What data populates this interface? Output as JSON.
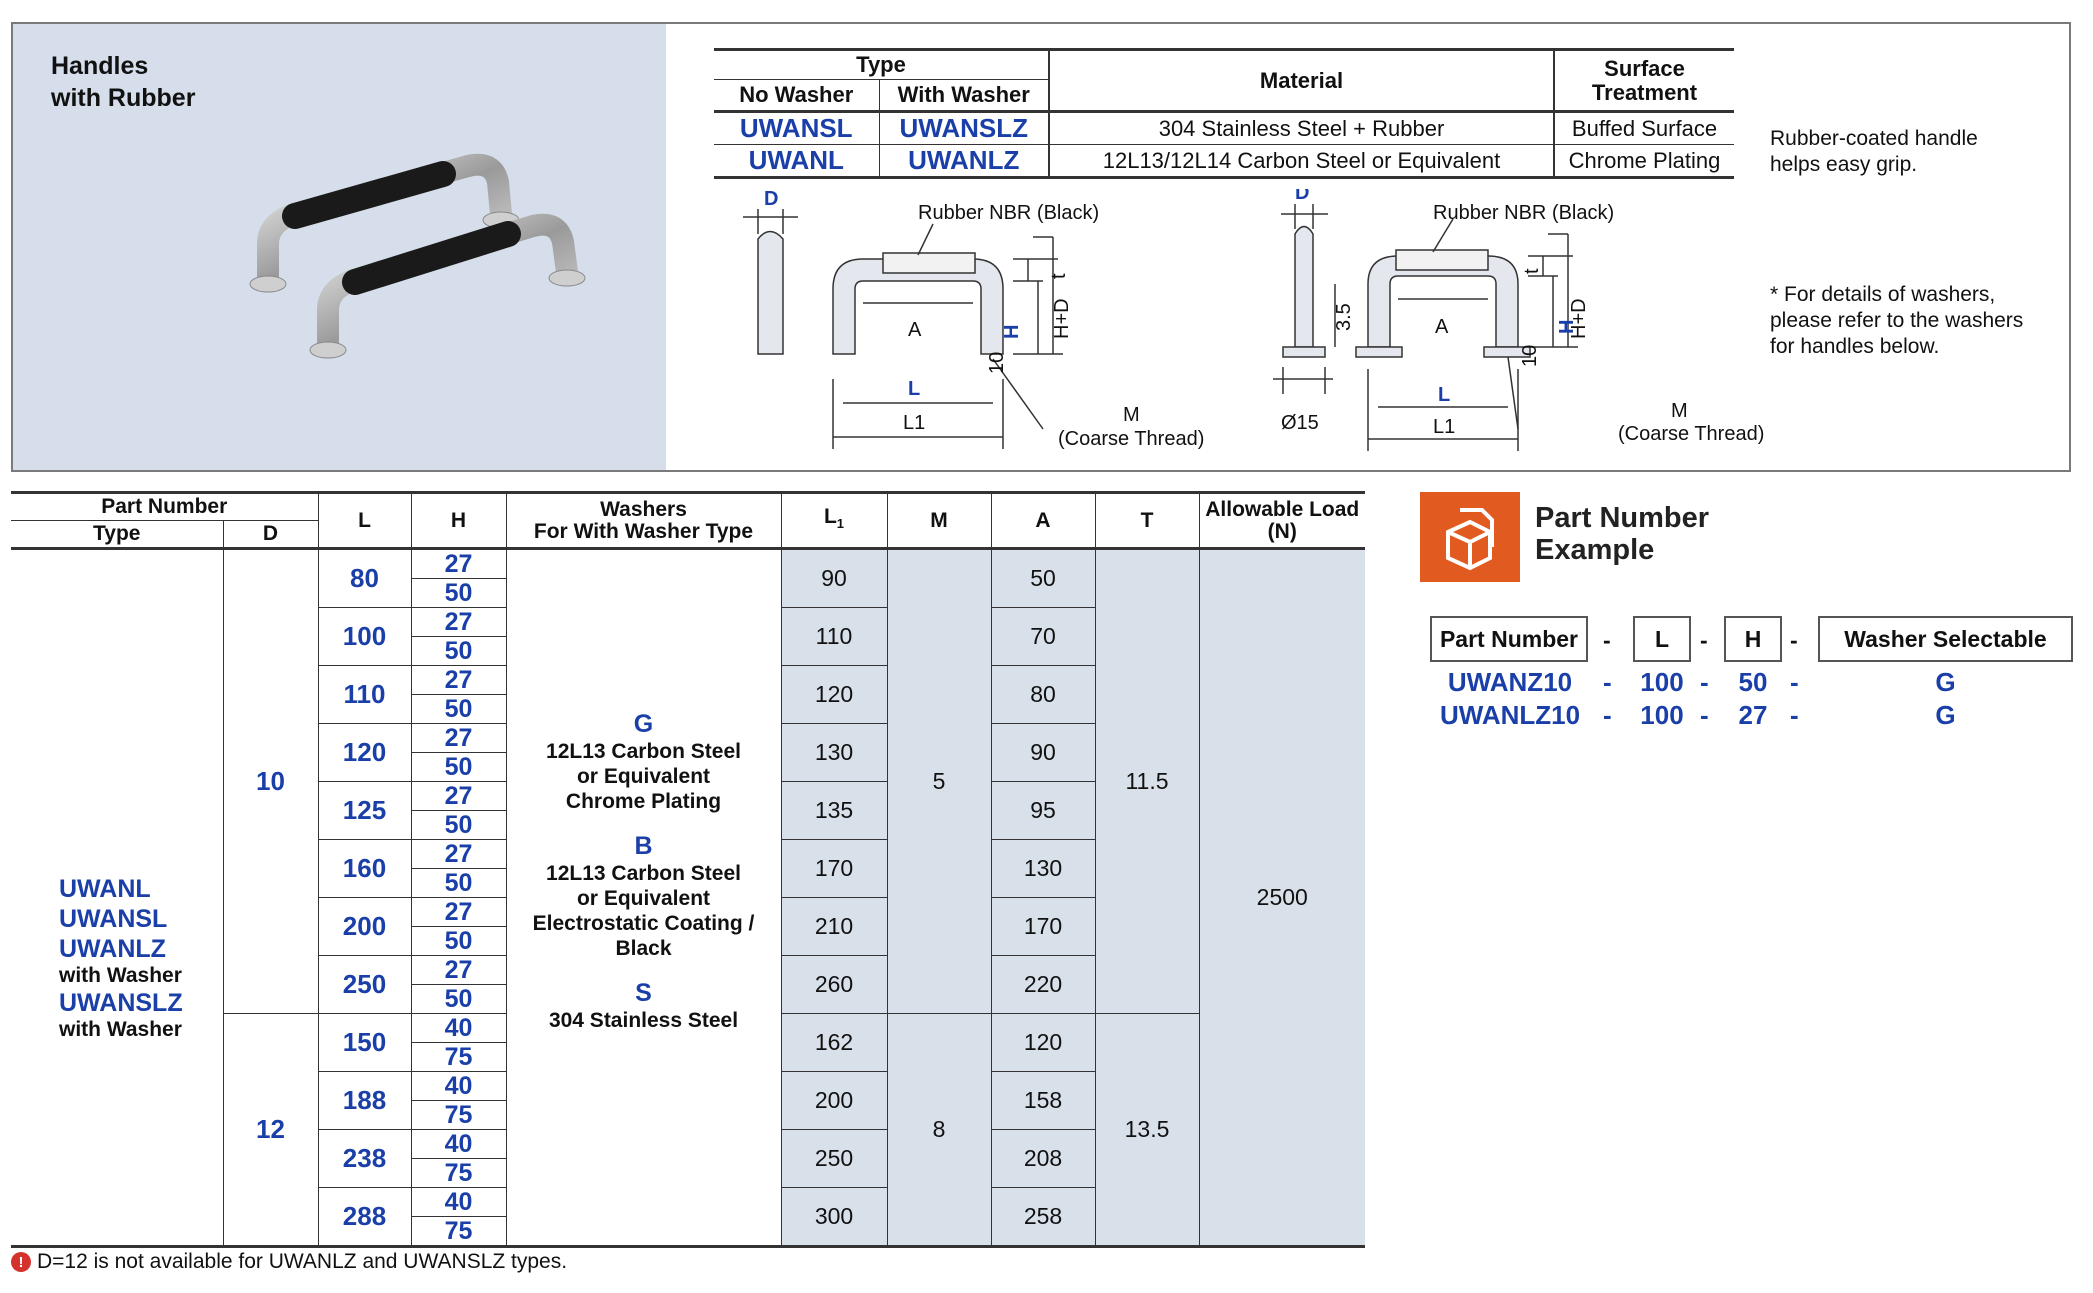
{
  "product": {
    "title": "Handles\nwith Rubber"
  },
  "type_table": {
    "type_header": "Type",
    "no_washer_header": "No Washer",
    "with_washer_header": "With Washer",
    "material_header": "Material",
    "surface_header": "Surface\nTreatment",
    "rows": [
      {
        "no_washer": "UWANSL",
        "with_washer": "UWANSLZ",
        "material": "304 Stainless Steel + Rubber",
        "surface": "Buffed Surface"
      },
      {
        "no_washer": "UWANL",
        "with_washer": "UWANLZ",
        "material": "12L13/12L14 Carbon Steel or Equivalent",
        "surface": "Chrome Plating"
      }
    ]
  },
  "notes": {
    "side_note": "Rubber-coated handle\nhelps easy grip.",
    "washer_note": "* For details of washers,\n   please refer to the washers\n   for handles below."
  },
  "drawing": {
    "rubber_label": "Rubber NBR (Black)",
    "d": "D",
    "a": "A",
    "l": "L",
    "l1": "L1",
    "t": "t",
    "h": "H",
    "hd": "H+D",
    "ten": "10",
    "m": "M",
    "coarse": "(Coarse Thread)",
    "three_five": "3.5",
    "dia15": "Ø15"
  },
  "main_table": {
    "headers": {
      "part_number": "Part Number",
      "type": "Type",
      "d": "D",
      "l": "L",
      "h": "H",
      "washers": "Washers\nFor With Washer Type",
      "l1": "L",
      "l1_sub": "1",
      "m": "M",
      "a": "A",
      "t": "T",
      "load": "Allowable Load\n(N)"
    },
    "types": [
      "UWANL",
      "UWANSL",
      "UWANLZ",
      "with Washer",
      "UWANSLZ",
      "with Washer"
    ],
    "washers": [
      {
        "code": "G",
        "desc": "12L13 Carbon Steel\nor Equivalent\nChrome Plating"
      },
      {
        "code": "B",
        "desc": "12L13 Carbon Steel\nor Equivalent\nElectrostatic Coating /\nBlack"
      },
      {
        "code": "S",
        "desc": "304 Stainless Steel"
      }
    ],
    "load": "2500",
    "groups": [
      {
        "d": "10",
        "m": "5",
        "t": "11.5",
        "rows": [
          {
            "l": "80",
            "h": [
              "27",
              "50"
            ],
            "l1": "90",
            "a": "50"
          },
          {
            "l": "100",
            "h": [
              "27",
              "50"
            ],
            "l1": "110",
            "a": "70"
          },
          {
            "l": "110",
            "h": [
              "27",
              "50"
            ],
            "l1": "120",
            "a": "80"
          },
          {
            "l": "120",
            "h": [
              "27",
              "50"
            ],
            "l1": "130",
            "a": "90"
          },
          {
            "l": "125",
            "h": [
              "27",
              "50"
            ],
            "l1": "135",
            "a": "95"
          },
          {
            "l": "160",
            "h": [
              "27",
              "50"
            ],
            "l1": "170",
            "a": "130"
          },
          {
            "l": "200",
            "h": [
              "27",
              "50"
            ],
            "l1": "210",
            "a": "170"
          },
          {
            "l": "250",
            "h": [
              "27",
              "50"
            ],
            "l1": "260",
            "a": "220"
          }
        ]
      },
      {
        "d": "12",
        "m": "8",
        "t": "13.5",
        "rows": [
          {
            "l": "150",
            "h": [
              "40",
              "75"
            ],
            "l1": "162",
            "a": "120"
          },
          {
            "l": "188",
            "h": [
              "40",
              "75"
            ],
            "l1": "200",
            "a": "158"
          },
          {
            "l": "238",
            "h": [
              "40",
              "75"
            ],
            "l1": "250",
            "a": "208"
          },
          {
            "l": "288",
            "h": [
              "40",
              "75"
            ],
            "l1": "300",
            "a": "258"
          }
        ]
      }
    ]
  },
  "footnote": {
    "icon": "!",
    "text": "D=12 is not available for UWANLZ and UWANSLZ types."
  },
  "example": {
    "title": "Part Number\nExample",
    "headers": {
      "part_number": "Part Number",
      "l": "L",
      "h": "H",
      "washer": "Washer Selectable"
    },
    "dash": "-",
    "rows": [
      {
        "part": "UWANZ10",
        "l": "100",
        "h": "50",
        "washer": "G"
      },
      {
        "part": "UWANLZ10",
        "l": "100",
        "h": "27",
        "washer": "G"
      }
    ]
  },
  "colors": {
    "accent_blue": "#1a3fa8",
    "shade": "#d8e0ea",
    "panel_bg": "#d5deea",
    "icon_orange": "#e15a1f",
    "warning_red": "#d4322c"
  }
}
